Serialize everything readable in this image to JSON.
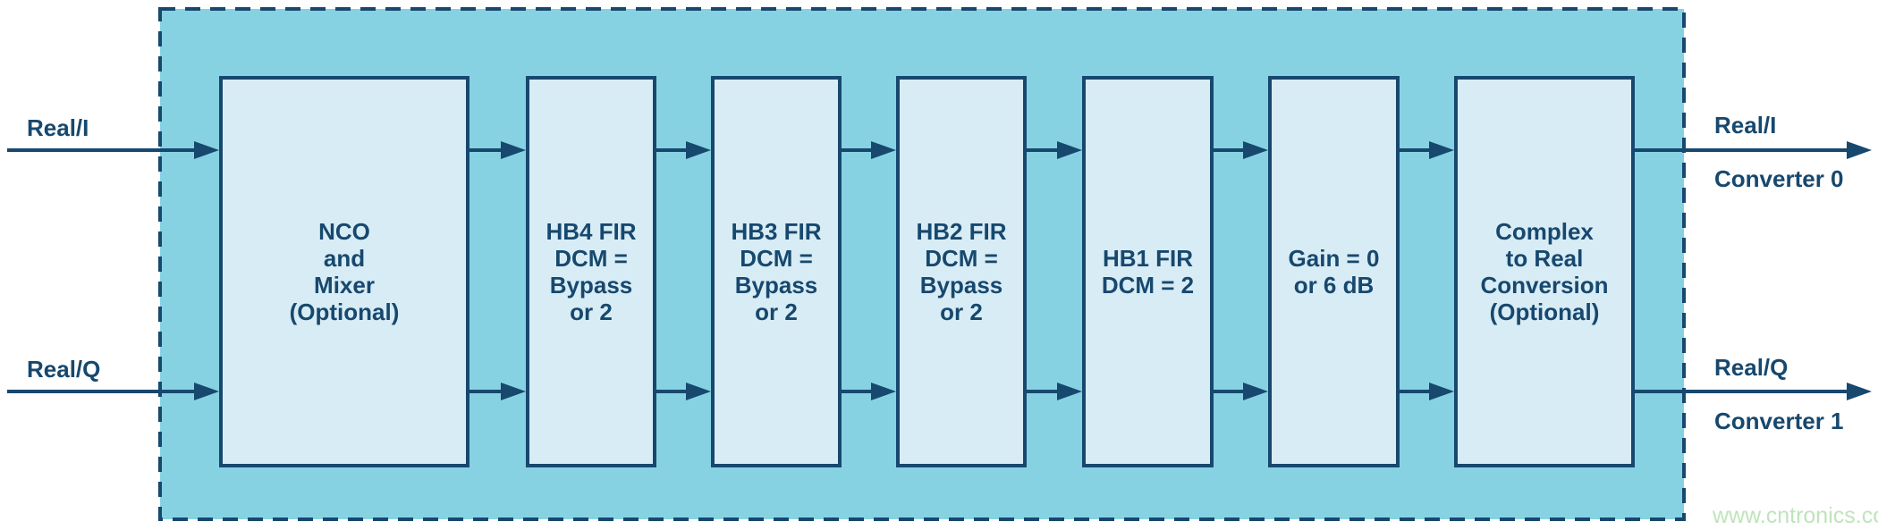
{
  "diagram": {
    "description": "Decimation filter datapath block diagram",
    "inputs": {
      "i": {
        "label": "Real/I"
      },
      "q": {
        "label": "Real/Q"
      }
    },
    "blocks": [
      {
        "id": "nco-mixer",
        "label": "NCO\nand\nMixer\n(Optional)"
      },
      {
        "id": "hb4-fir",
        "label": "HB4 FIR\nDCM =\nBypass\nor 2"
      },
      {
        "id": "hb3-fir",
        "label": "HB3 FIR\nDCM =\nBypass\nor 2"
      },
      {
        "id": "hb2-fir",
        "label": "HB2 FIR\nDCM =\nBypass\nor 2"
      },
      {
        "id": "hb1-fir",
        "label": "HB1 FIR\nDCM = 2"
      },
      {
        "id": "gain",
        "label": "Gain = 0\nor 6 dB"
      },
      {
        "id": "complex-to-real",
        "label": "Complex\nto Real\nConversion\n(Optional)"
      }
    ],
    "outputs": {
      "i": {
        "signal": "Real/I",
        "converter": "Converter 0"
      },
      "q": {
        "signal": "Real/Q",
        "converter": "Converter 1"
      }
    },
    "watermark": "www.cntronics.com",
    "colors": {
      "outline_navy": "#17486e",
      "channel_fill": "#87d2e2",
      "block_fill": "#d8ecf5",
      "watermark_green": "#bfe4bb",
      "background": "#ffffff"
    }
  }
}
